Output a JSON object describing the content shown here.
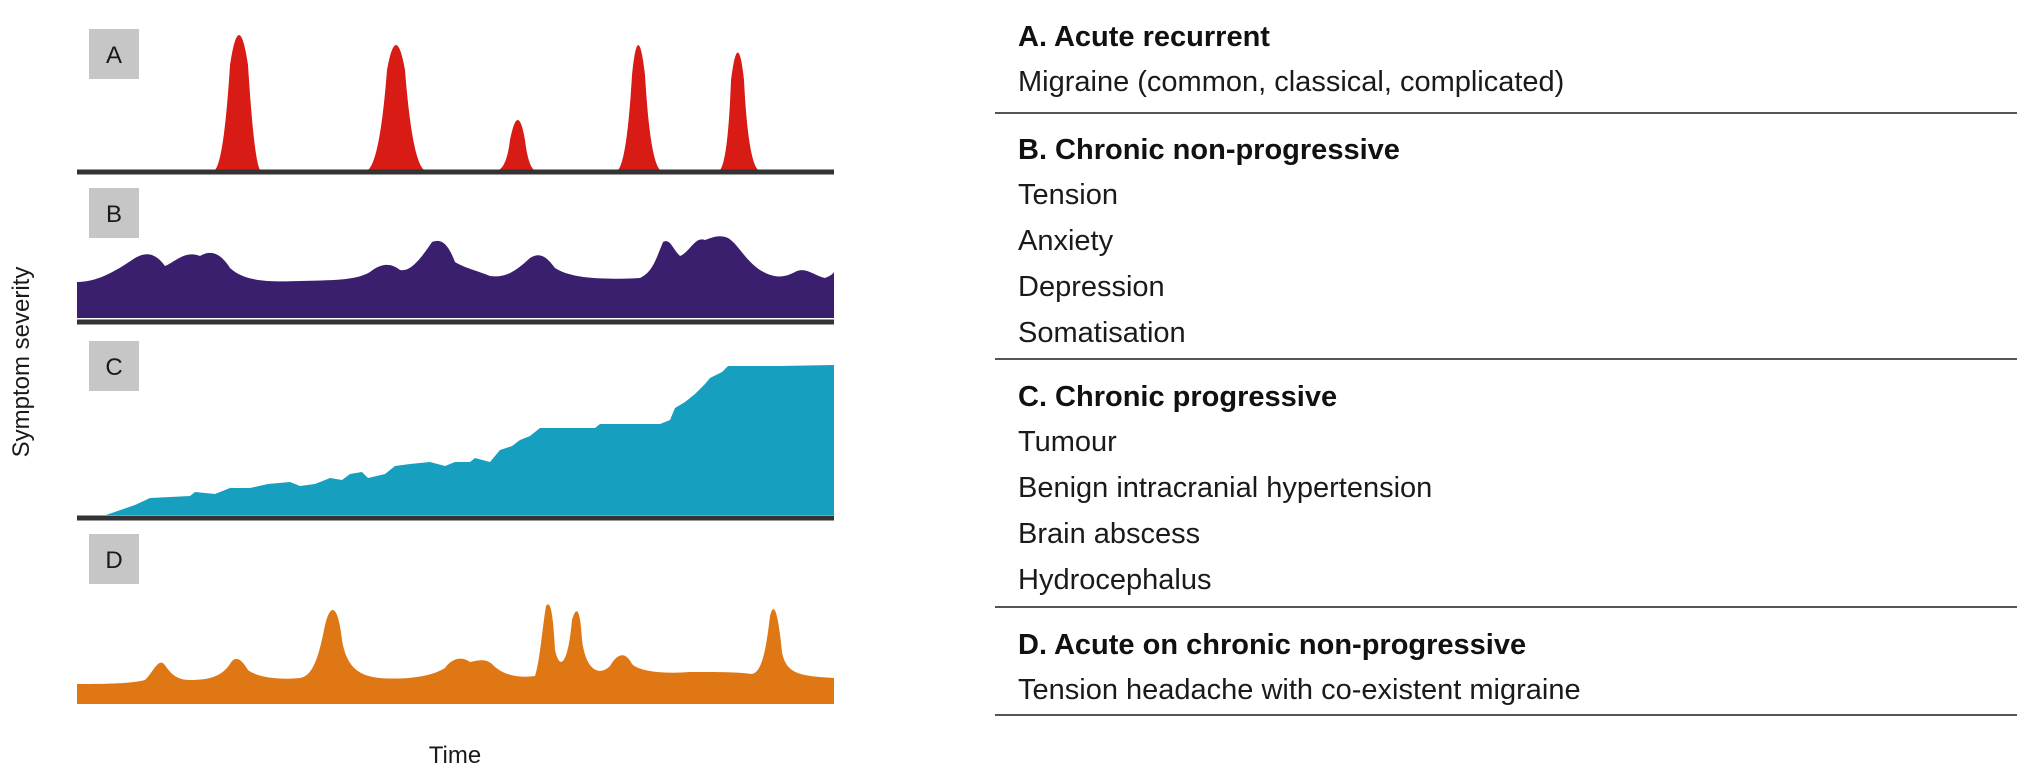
{
  "figure": {
    "y_axis_label": "Symptom severity",
    "x_axis_label": "Time"
  },
  "panels": [
    {
      "letter": "A",
      "color": "#d81b14",
      "pattern": "sharp isolated peaks"
    },
    {
      "letter": "B",
      "color": "#3a1f6e",
      "pattern": "undulating baseline"
    },
    {
      "letter": "C",
      "color": "#169fbe",
      "pattern": "stepwise progressive rise"
    },
    {
      "letter": "D",
      "color": "#de7714",
      "pattern": "baseline with superimposed spikes"
    }
  ],
  "table": {
    "groups": [
      {
        "title": "A. Acute recurrent",
        "items": [
          "Migraine (common, classical, complicated)"
        ]
      },
      {
        "title": "B. Chronic non-progressive",
        "items": [
          "Tension",
          "Anxiety",
          "Depression",
          "Somatisation"
        ]
      },
      {
        "title": "C. Chronic progressive",
        "items": [
          "Tumour",
          "Benign intracranial hypertension",
          "Brain abscess",
          "Hydrocephalus"
        ]
      },
      {
        "title": "D. Acute on chronic non-progressive",
        "items": [
          "Tension headache with co-existent migraine"
        ]
      }
    ]
  }
}
